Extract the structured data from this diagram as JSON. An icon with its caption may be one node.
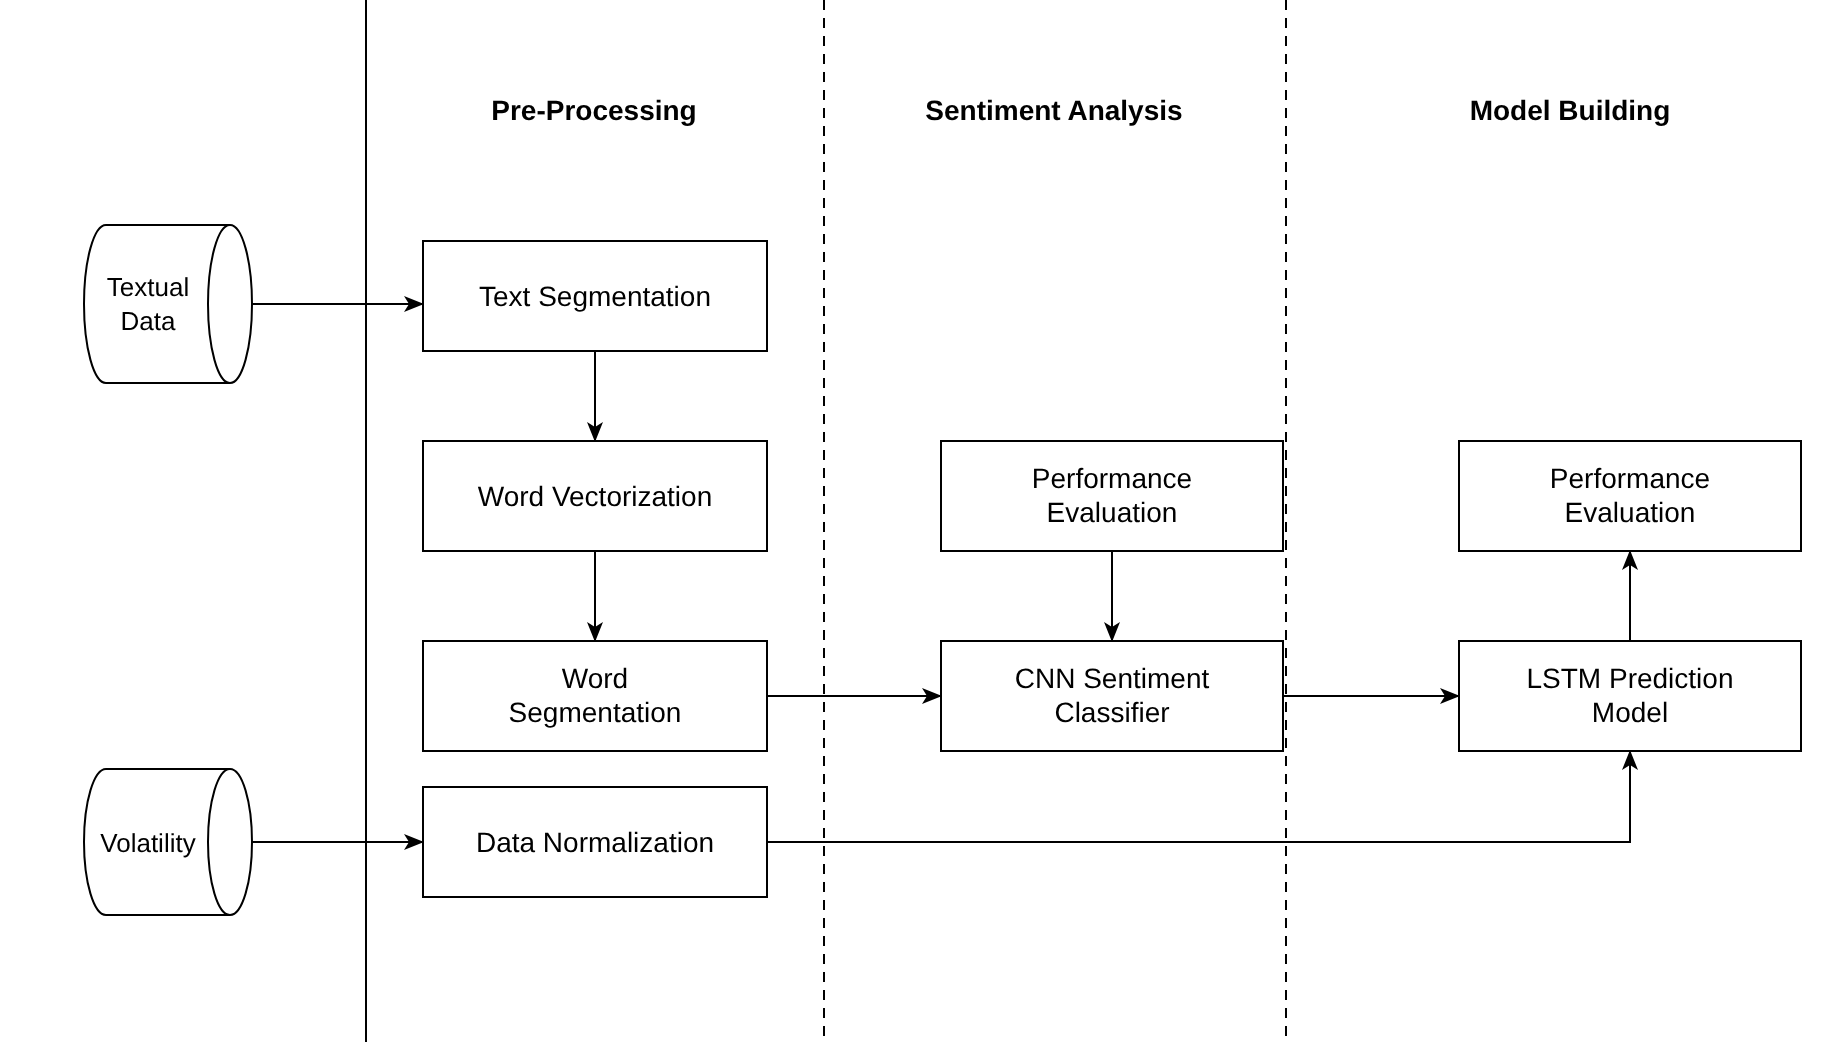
{
  "diagram": {
    "nodes": [
      {
        "text": [
          "Textual Data"
        ]
      },
      {
        "text": [
          "Volatility"
        ]
      },
      {
        "text": [
          "Text Segmentation"
        ]
      },
      {
        "text": [
          "Word Vectorization"
        ]
      },
      {
        "text": [
          "Word Segmentation"
        ]
      },
      {
        "text": [
          "Data Normalization"
        ]
      },
      {
        "text": [
          "Performance Evaluation"
        ]
      },
      {
        "text": [
          "CNN Sentiment Classifier"
        ]
      },
      {
        "text": [
          "Performance Evaluation"
        ]
      },
      {
        "text": [
          "LSTM Prediction Model"
        ]
      }
    ],
    "edges": [
      {
        "from": 0,
        "to": 2,
        "arrow": "to"
      },
      {
        "from": 2,
        "to": 3,
        "arrow": "to"
      },
      {
        "from": 3,
        "to": 4,
        "arrow": "to"
      },
      {
        "from": 4,
        "to": 7,
        "arrow": "to"
      },
      {
        "from": 6,
        "to": 7,
        "arrow": "to"
      },
      {
        "from": 7,
        "to": 9,
        "arrow": "to"
      },
      {
        "from": 9,
        "to": 8,
        "arrow": "to"
      },
      {
        "from": 1,
        "to": 5,
        "arrow": "to"
      },
      {
        "from": 5,
        "to": 9,
        "arrow": "to"
      }
    ],
    "labels": [
      "Pre-Processing",
      "Sentiment Analysis",
      "Model Building"
    ]
  }
}
